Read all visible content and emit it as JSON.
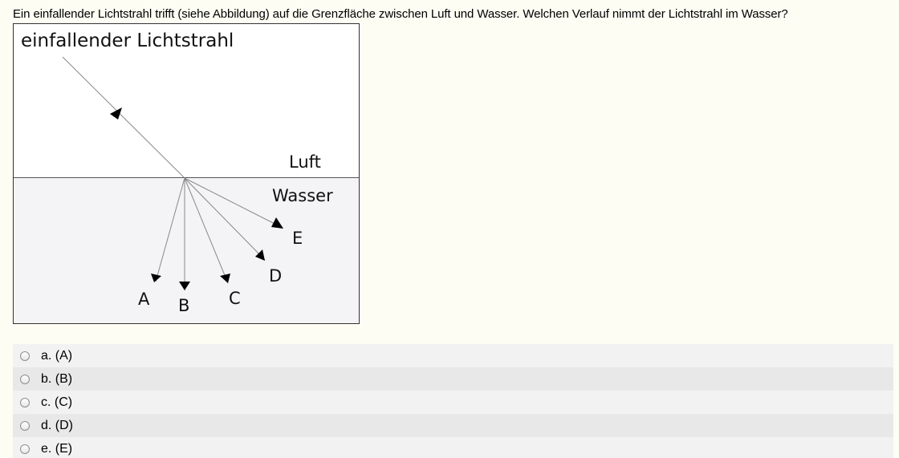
{
  "question": {
    "text": "Ein einfallender Lichtstrahl trifft (siehe Abbildung) auf die Grenzfläche zwischen Luft und Wasser. Welchen Verlauf nimmt der Lichtstrahl im Wasser?"
  },
  "figure": {
    "incident_label": "einfallender Lichtstrahl",
    "air_label": "Luft",
    "water_label": "Wasser",
    "ray_labels": [
      "A",
      "B",
      "C",
      "D",
      "E"
    ]
  },
  "answers": [
    {
      "label": "a. (A)"
    },
    {
      "label": "b. (B)"
    },
    {
      "label": "c. (C)"
    },
    {
      "label": "d. (D)"
    },
    {
      "label": "e. (E)"
    }
  ]
}
